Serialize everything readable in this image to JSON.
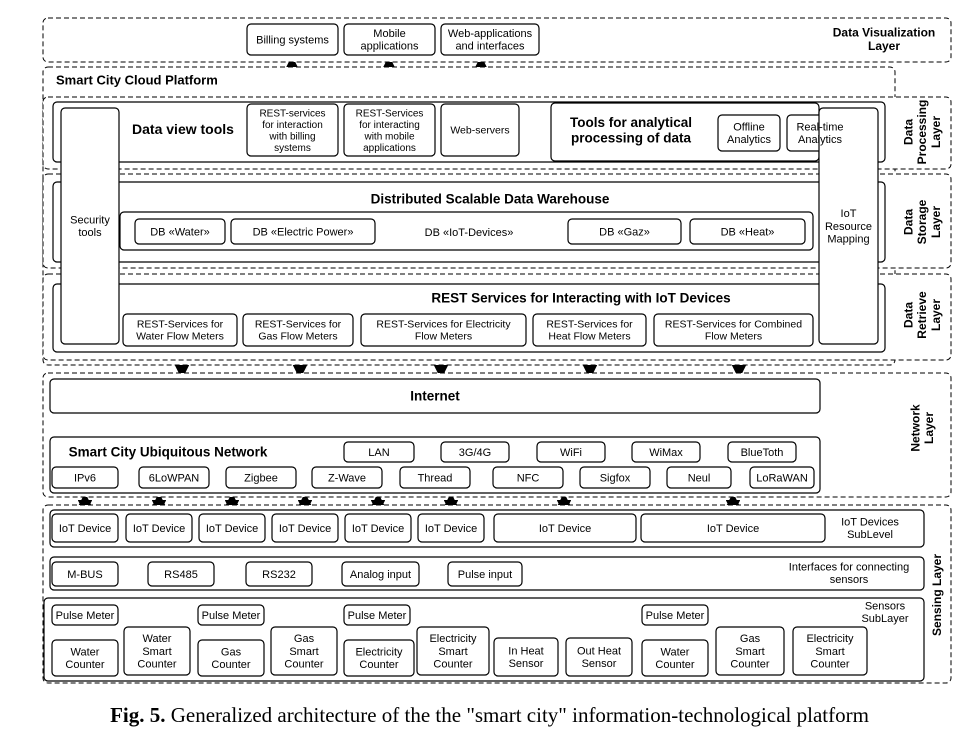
{
  "layers": {
    "visualization": "Data Visualization\nLayer",
    "processing": "Data\nProcessing\nLayer",
    "storage": "Data\nStorage\nLayer",
    "retrieve": "Data\nRetrieve\nLayer",
    "network": "Network\nLayer",
    "sensing": "Sensing Layer"
  },
  "visualization": {
    "billing": "Billing systems",
    "mobile": "Mobile\napplications",
    "webapps": "Web-applications\nand interfaces"
  },
  "cloud": {
    "title": "Smart City Cloud Platform",
    "security": "Security\ntools",
    "iot_mapping": "IoT\nResource\nMapping"
  },
  "processing": {
    "data_view_tools": "Data view tools",
    "rest_billing": "REST-services\nfor interaction\nwith billing\nsystems",
    "rest_mobile": "REST-Services\nfor interacting\nwith mobile\napplications",
    "web_servers": "Web-servers",
    "tools_title": "Tools for analytical\nprocessing of data",
    "offline": "Offline\nAnalytics",
    "realtime": "Real-time\nAnalytics"
  },
  "storage": {
    "title": "Distributed Scalable Data Warehouse",
    "db_water": "DB «Water»",
    "db_power": "DB «Electric Power»",
    "db_iot": "DB «IoT-Devices»",
    "db_gaz": "DB «Gaz»",
    "db_heat": "DB «Heat»"
  },
  "retrieve": {
    "title": "REST Services for Interacting with IoT Devices",
    "water": "REST-Services for\nWater Flow Meters",
    "gas": "REST-Services for\nGas Flow Meters",
    "electricity": "REST-Services for Electricity\nFlow Meters",
    "heat": "REST-Services for\nHeat Flow Meters",
    "combined": "REST-Services for Combined\nFlow Meters"
  },
  "network": {
    "internet": "Internet",
    "title": "Smart City Ubiquitous Network",
    "lan": "LAN",
    "g34": "3G/4G",
    "wifi": "WiFi",
    "wimax": "WiMax",
    "bluetooth": "BlueToth",
    "ipv6": "IPv6",
    "lowpan": "6LoWPAN",
    "zigbee": "Zigbee",
    "zwave": "Z-Wave",
    "thread": "Thread",
    "nfc": "NFC",
    "sigfox": "Sigfox",
    "neul": "Neul",
    "lorawan": "LoRaWAN"
  },
  "sensing": {
    "iot_device": "IoT Device",
    "iot_sublevel": "IoT Devices\nSubLevel",
    "mbus": "M-BUS",
    "rs485": "RS485",
    "rs232": "RS232",
    "analog": "Analog input",
    "pulse_input": "Pulse input",
    "interfaces": "Interfaces for connecting\nsensors",
    "sensors_sublayer": "Sensors\nSubLayer",
    "pulse_meter": "Pulse Meter",
    "water_counter": "Water\nCounter",
    "water_smart": "Water\nSmart\nCounter",
    "gas_counter": "Gas\nCounter",
    "gas_smart": "Gas\nSmart\nCounter",
    "elec_counter": "Electricity\nCounter",
    "elec_smart": "Electricity\nSmart\nCounter",
    "in_heat": "In Heat\nSensor",
    "out_heat": "Out Heat\nSensor"
  },
  "caption": {
    "label": "Fig. 5.",
    "text": "Generalized architecture of the the \"smart city\" information-technological platform"
  }
}
